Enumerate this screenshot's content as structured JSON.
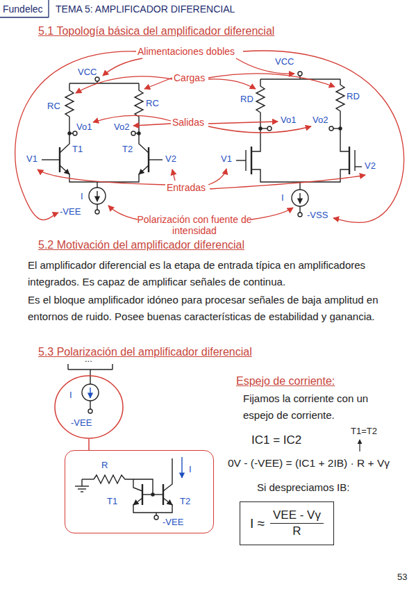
{
  "diagram": {
    "title": "TEMA 5: AMPLIFICADOR DIFERENCIAL",
    "nodes": [
      {
        "text": [
          "I",
          "-VEE"
        ]
      },
      {
        "text": [
          "R",
          "T1",
          "T2",
          "I",
          "-VEE"
        ]
      },
      {
        "text": [
          "I ≈",
          "VEE - Vγ",
          "R"
        ]
      }
    ],
    "edges": [
      {
        "from": 0,
        "to": 1,
        "arrow": "none"
      }
    ],
    "labels": [
      "Fundelec",
      "53",
      "5.1 Topología básica del amplificador diferencial",
      "Alimentaciones dobles",
      "Cargas",
      "Salidas",
      "Entradas",
      "Polarización con fuente de intensidad",
      "VCC",
      "RC",
      "RC",
      "Vo1",
      "Vo2",
      "V1",
      "T1",
      "T2",
      "V2",
      "I",
      "-VEE",
      "VCC",
      "RD",
      "RD",
      "Vo1",
      "Vo2",
      "V1",
      "V2",
      "I",
      "-VSS",
      "5.2 Motivación del amplificador diferencial",
      "El amplificador diferencial es la etapa de entrada típica en amplificadores integrados. Es capaz de amplificar señales de continua.",
      "Es el bloque amplificador idóneo para procesar señales de baja amplitud en entornos de ruido. Posee buenas características de estabilidad y ganancia.",
      "5.3 Polarización del amplificador diferencial",
      "...",
      "Espejo de corriente:",
      "Fijamos la corriente con un espejo de corriente.",
      "IC1 = IC2",
      "T1=T2",
      "0V - (-VEE) = (IC1 + 2IB) · R + Vγ",
      "Si despreciamos IB:"
    ]
  }
}
